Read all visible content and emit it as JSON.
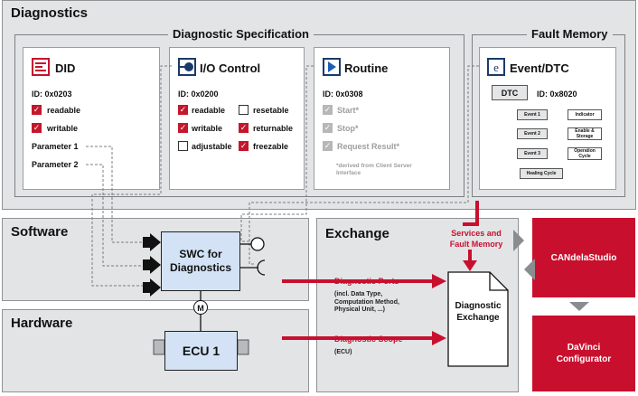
{
  "diagnostics": {
    "title": "Diagnostics",
    "spec_title": "Diagnostic Specification",
    "fault_title": "Fault Memory",
    "did": {
      "title": "DID",
      "id": "ID: 0x0203",
      "readable": "readable",
      "writable": "writable",
      "param1": "Parameter 1",
      "param2": "Parameter 2"
    },
    "io": {
      "title": "I/O Control",
      "id": "ID: 0x0200",
      "readable": "readable",
      "writable": "writable",
      "adjustable": "adjustable",
      "resetable": "resetable",
      "returnable": "returnable",
      "freezable": "freezable"
    },
    "routine": {
      "title": "Routine",
      "id": "ID: 0x0308",
      "start": "Start*",
      "stop": "Stop*",
      "request": "Request Result*",
      "note": "*derived from Client Server Interface"
    },
    "event": {
      "title": "Event/DTC",
      "dtc": "DTC",
      "dtc_id": "ID: 0x8020",
      "event1": "Event 1",
      "event2": "Event 2",
      "event3": "Event 3",
      "indicator": "Indicator",
      "enable": "Enable & Storage",
      "operation": "Operation Cycle",
      "healing": "Healing Cycle"
    }
  },
  "software": {
    "title": "Software",
    "swc": "SWC for Diagnostics"
  },
  "hardware": {
    "title": "Hardware",
    "ecu": "ECU 1",
    "m": "M"
  },
  "exchange": {
    "title": "Exchange",
    "services": "Services and Fault Memory",
    "ports": "Diagnostic Ports",
    "ports_note": "(incl. Data Type, Computation Method, Physical Unit, ...)",
    "scope": "Diagnostic Scope",
    "scope_note": "(ECU)",
    "doc": "Diagnostic Exchange"
  },
  "tools": {
    "candela": "CANdelaStudio",
    "davinci": "DaVinci Configurator"
  },
  "colors": {
    "accent": "#c8102e",
    "panel": "#e3e4e6",
    "swc_fill": "#d3e2f5"
  }
}
